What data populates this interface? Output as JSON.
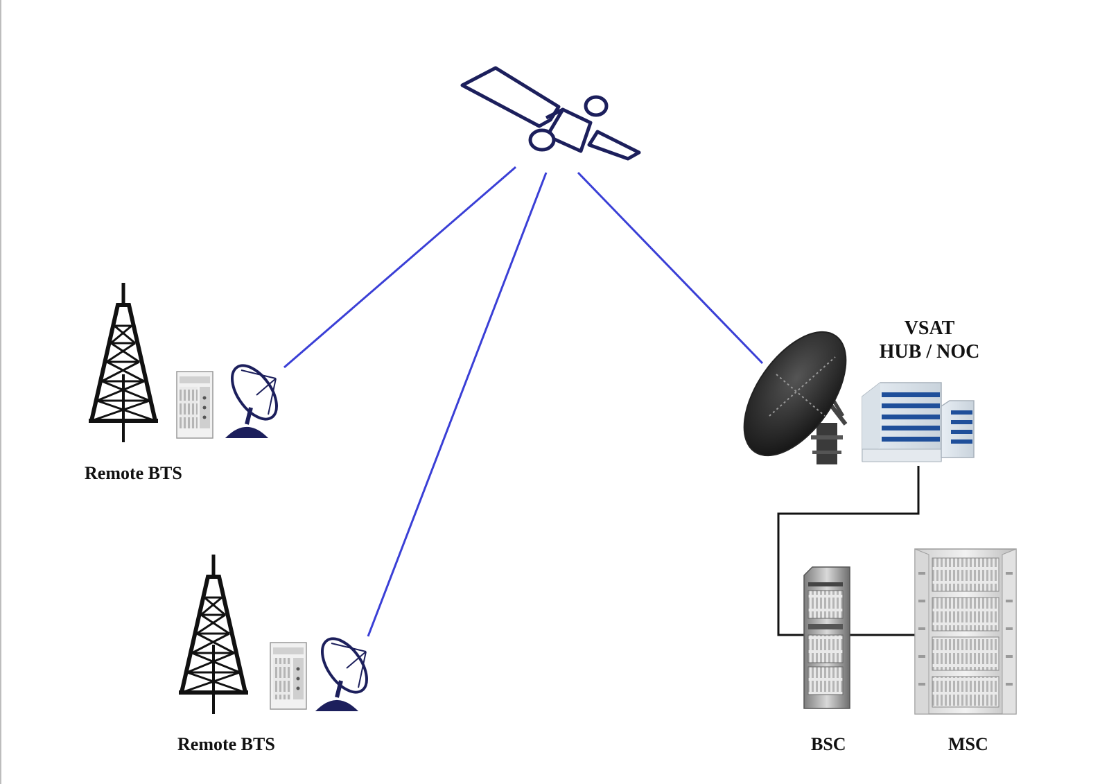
{
  "labels": {
    "remote_bts_1": "Remote BTS",
    "remote_bts_2": "Remote BTS",
    "hub_line1": "VSAT",
    "hub_line2": "HUB / NOC",
    "bsc": "BSC",
    "msc": "MSC"
  },
  "colors": {
    "satellite_link": "#3a3fd6",
    "wired_link": "#111111",
    "satellite_body": "#1c1f5c",
    "tower": "#111111",
    "building_stripes": "#1f4f9a"
  },
  "icons": [
    "satellite-icon",
    "tower-icon",
    "bts-cabinet-icon",
    "vsat-dish-icon",
    "hub-antenna-icon",
    "noc-building-icon",
    "bsc-rack-icon",
    "msc-rack-icon"
  ]
}
